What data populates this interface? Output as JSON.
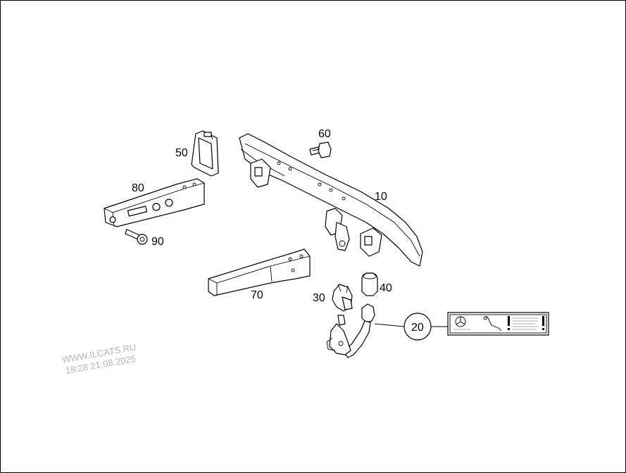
{
  "parts": [
    {
      "id": "p10",
      "label": "10"
    },
    {
      "id": "p20",
      "label": "20"
    },
    {
      "id": "p30",
      "label": "30"
    },
    {
      "id": "p40",
      "label": "40"
    },
    {
      "id": "p50",
      "label": "50"
    },
    {
      "id": "p60",
      "label": "60"
    },
    {
      "id": "p70",
      "label": "70"
    },
    {
      "id": "p80",
      "label": "80"
    },
    {
      "id": "p90",
      "label": "90"
    }
  ],
  "watermark": {
    "line1": "WWW.ILCATS.RU",
    "line2": "18:28 21.08.2025"
  },
  "icons": [
    "mercedes-star-icon",
    "tow-hook-icon",
    "exclamation-icon"
  ]
}
